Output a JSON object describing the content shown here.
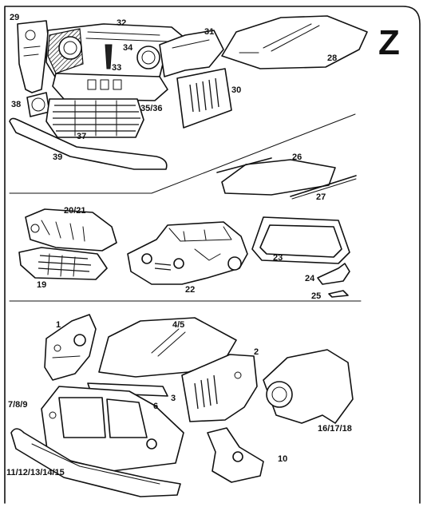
{
  "section_letter": "Z",
  "labels": {
    "p29": "29",
    "p32": "32",
    "p31": "31",
    "p28": "28",
    "p34": "34",
    "p33": "33",
    "p30": "30",
    "p38": "38",
    "p35_36": "35/36",
    "p37": "37",
    "p39": "39",
    "p26": "26",
    "p27": "27",
    "p20_21": "20/21",
    "p23": "23",
    "p19": "19",
    "p22": "22",
    "p24": "24",
    "p25": "25",
    "p1": "1",
    "p4_5": "4/5",
    "p2": "2",
    "p3": "3",
    "p6": "6",
    "p7_8_9": "7/8/9",
    "p16_17_18": "16/17/18",
    "p10": "10",
    "p11_15": "11/12/13/14/15"
  }
}
